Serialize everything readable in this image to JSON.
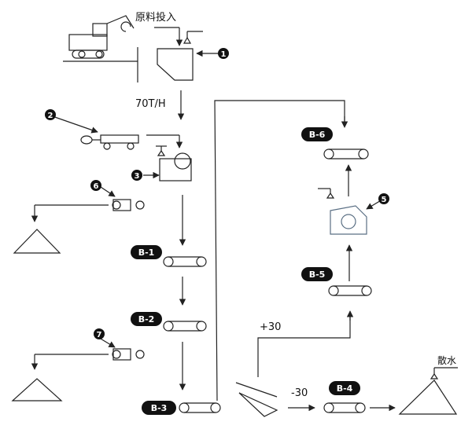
{
  "labels": {
    "raw_feed": "原料投入",
    "rate": "70T/H",
    "plus": "+30",
    "minus": "-30",
    "water": "散水"
  },
  "conveyors": [
    "B-1",
    "B-2",
    "B-3",
    "B-4",
    "B-5",
    "B-6"
  ],
  "markers": [
    "1",
    "2",
    "3",
    "5",
    "6",
    "7"
  ]
}
